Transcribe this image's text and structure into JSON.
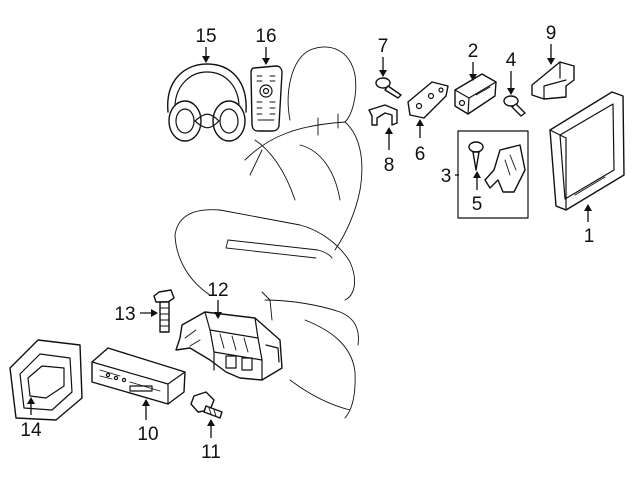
{
  "colors": {
    "stroke": "#111111",
    "background": "#ffffff"
  },
  "callouts": [
    {
      "id": "c1",
      "label": "1"
    },
    {
      "id": "c2",
      "label": "2"
    },
    {
      "id": "c3",
      "label": "3"
    },
    {
      "id": "c4",
      "label": "4"
    },
    {
      "id": "c5",
      "label": "5"
    },
    {
      "id": "c6",
      "label": "6"
    },
    {
      "id": "c7",
      "label": "7"
    },
    {
      "id": "c8",
      "label": "8"
    },
    {
      "id": "c9",
      "label": "9"
    },
    {
      "id": "c10",
      "label": "10"
    },
    {
      "id": "c11",
      "label": "11"
    },
    {
      "id": "c12",
      "label": "12"
    },
    {
      "id": "c13",
      "label": "13"
    },
    {
      "id": "c14",
      "label": "14"
    },
    {
      "id": "c15",
      "label": "15"
    },
    {
      "id": "c16",
      "label": "16"
    }
  ]
}
